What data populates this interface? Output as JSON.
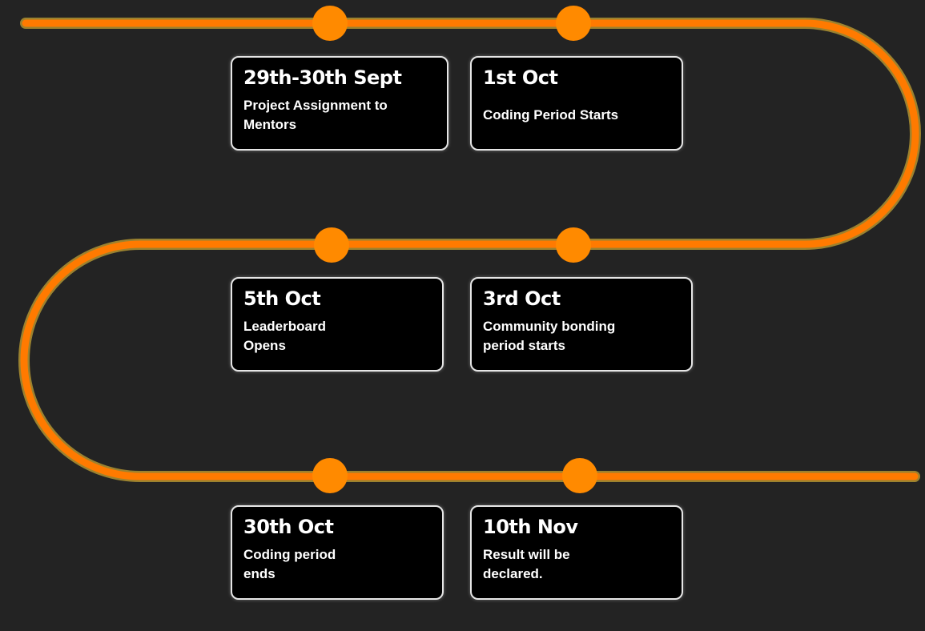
{
  "colors": {
    "background": "#232323",
    "path": "#ff7a00",
    "path_glow": "#ffd23a",
    "node": "#ff8a00",
    "card_background": "#000000",
    "card_border": "#e6e6e6",
    "text": "#ffffff"
  },
  "events": [
    {
      "date": "29th-30th Sept",
      "description": "Project Assignment to\nMentors"
    },
    {
      "date": "1st Oct",
      "description": "Coding Period Starts"
    },
    {
      "date": "5th Oct",
      "description": "Leaderboard\nOpens"
    },
    {
      "date": "3rd Oct",
      "description": "Community bonding\nperiod starts"
    },
    {
      "date": "30th Oct",
      "description": "Coding period\nends"
    },
    {
      "date": "10th Nov",
      "description": "Result will be\ndeclared."
    }
  ]
}
